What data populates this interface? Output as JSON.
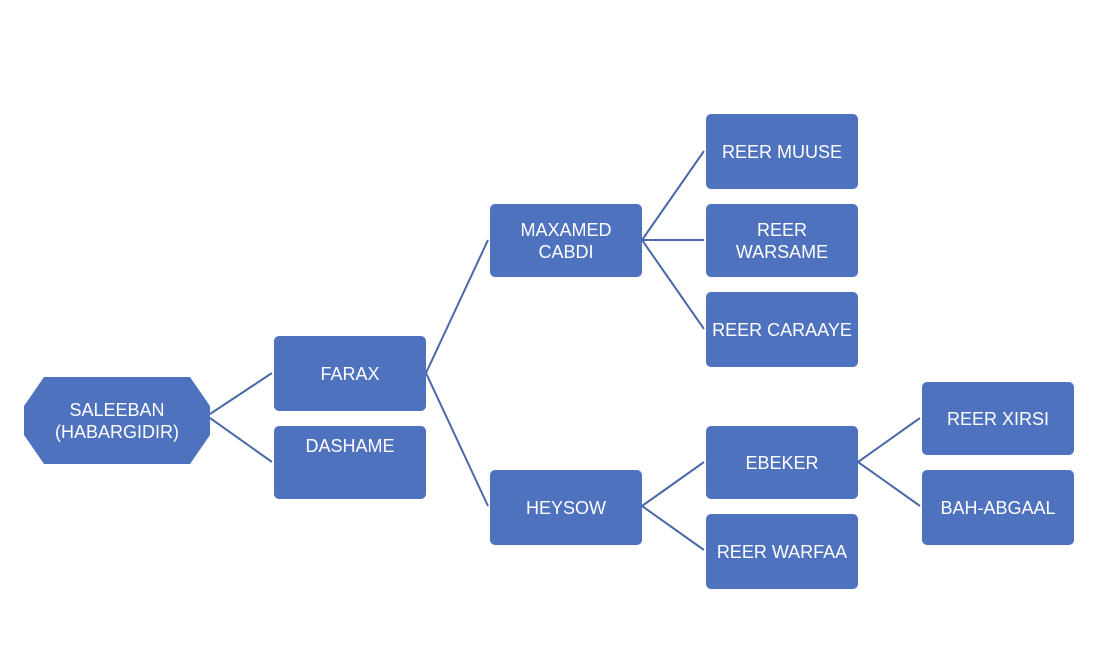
{
  "diagram": {
    "root": {
      "label": "SALEEBAN\n(HABARGIDIR)"
    },
    "nodes": {
      "farax": "FARAX",
      "dashame": "DASHAME",
      "maxamed_cabdi": "MAXAMED\nCABDI",
      "heysow": "HEYSOW",
      "reer_muuse": "REER MUUSE",
      "reer_warsame": "REER WARSAME",
      "reer_caraaye": "REER CARAAYE",
      "ebeker": "EBEKER",
      "reer_warfaa": "REER WARFAA",
      "reer_xirsi": "REER XIRSI",
      "bah_abgaal": "BAH-ABGAAL"
    },
    "colors": {
      "node_fill": "#4f72bf",
      "node_text": "#ffffff",
      "connector": "#4a68a8"
    }
  }
}
